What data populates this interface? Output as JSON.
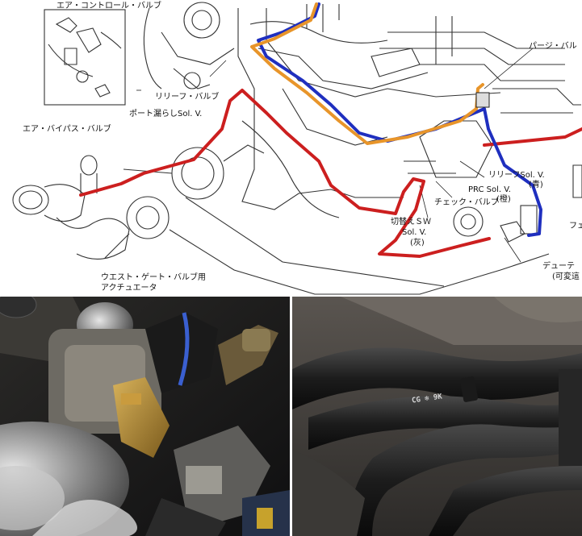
{
  "diagram": {
    "labels": {
      "air_control_valve": "エア・コントロール・バルブ",
      "relief_valve": "リリーフ・バルブ",
      "port_leak_sol": "ポート漏らしSol. V.",
      "air_bypass_valve": "エア・バイパス・バルブ",
      "purge_valve": "パージ・バル",
      "relief_sol": "リリーフSol. V.",
      "relief_sol_color": "(青)",
      "prc_sol": "PRC Sol. V.",
      "prc_sol_color": "(橙)",
      "check_valve": "チェック・バルブ",
      "switch_sw_sol_1": "切替えＳＷ",
      "switch_sw_sol_2": "Sol. V.",
      "switch_sw_sol_color": "(灰)",
      "wastegate_1": "ウエスト・ゲート・バルブ用",
      "wastegate_2": "アクチュエータ",
      "duty_1": "デューテ",
      "duty_2": "(可変這",
      "fe_cut": "フェ"
    },
    "hose_colors": {
      "red": "#cc1f1f",
      "blue": "#1f2fbf",
      "orange": "#e8952a"
    }
  },
  "photo_right": {
    "hose_marking": "CG ❄ 9K"
  }
}
